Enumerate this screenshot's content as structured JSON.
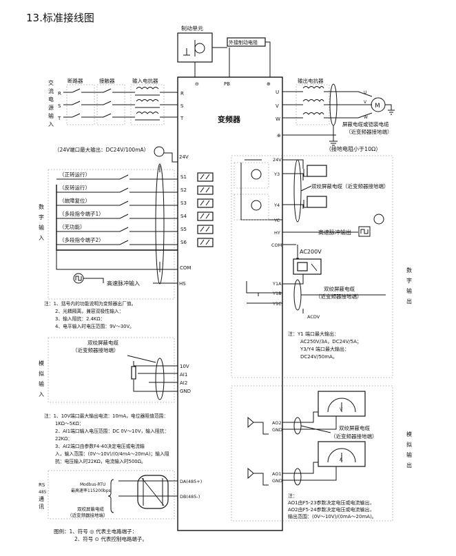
{
  "title": "13.标准接线图",
  "vfd": "变频器",
  "brake_unit": "制动单元",
  "ext_resistor": "外接制动电阻",
  "top_terminals": [
    "⊖",
    "PB",
    "⊕"
  ],
  "input": {
    "section": [
      "交",
      "流",
      "电",
      "源",
      "输",
      "入"
    ],
    "breaker": "断路器",
    "contactor": "接触器",
    "reactor": "输入电抗器",
    "phases": [
      "R",
      "S",
      "T"
    ]
  },
  "output": {
    "reactor": "输出电抗器",
    "phases": [
      "U",
      "V",
      "W"
    ],
    "cable_note": [
      "屏蔽电缆或铠装电缆",
      "（近变频器接地端）"
    ],
    "ground_note": "（接地电阻小于10Ω）"
  },
  "power24": {
    "note": "（24V端口最大输出：DC24V/100mA）",
    "terminal": "24V"
  },
  "digital_in": {
    "section": [
      "数",
      "字",
      "输",
      "入"
    ],
    "items": [
      "（正转运行）",
      "（反转运行）",
      "（故障复位）",
      "（多段指令端子1）",
      "（无功能）",
      "（多段指令端子2）"
    ],
    "terminals": [
      "S1",
      "S2",
      "S3",
      "S4",
      "S5",
      "S6"
    ],
    "com": "COM",
    "hs": "HS",
    "pulse": "高速脉冲输入",
    "notes": [
      "注：1、括号内的功能说明为变频器出厂值。",
      "2、光耦隔离，兼容双极性输入：",
      "3、输入阻抗：2.4KΩ：",
      "4、电平输入时电压范围：9V～30V。"
    ]
  },
  "analog_in": {
    "section": [
      "模",
      "拟",
      "输",
      "入"
    ],
    "cable": [
      "双绞屏蔽电缆",
      "（近变频器接地端）"
    ],
    "terminals": [
      "10V",
      "AI1",
      "AI2",
      "GND"
    ],
    "notes": [
      "注：1、10V端口最大输出电流：10mA，电位器阻值范围：",
      "1KΩ～5KΩ：",
      "2、AI1端口输入电压范围：DC 0V～10V，输入阻抗：",
      "22KΩ：",
      "3、AI2端口由参数F4-40决定电压或电流输",
      "入，输入范围：(0V～10V)/(0/4mA～20mA)；输入阻",
      "抗：电压输入时22KΩ，电流输入时500Ω。"
    ]
  },
  "rs485": {
    "section": [
      "RS",
      "485",
      "通",
      "讯"
    ],
    "protocol": [
      "Modbus-RTU",
      "最高速率115200bps"
    ],
    "cable": [
      "双绞屏蔽电缆",
      "（近变频器接地端）"
    ],
    "terminals": [
      "DA(485+)",
      "DB(485-)"
    ]
  },
  "legend": [
    "图例：1、符号 ◎ 代表主电路端子：",
    "2、符号 ⊙ 代表控制电路端子。"
  ],
  "digital_out": {
    "section": [
      "数",
      "字",
      "输",
      "出"
    ],
    "terminals": [
      "24V",
      "Y3",
      "Y4",
      "YC",
      "HY",
      "COM"
    ],
    "cable": [
      "双绞屏蔽电缆（近变频器接地端）"
    ],
    "pulse": "高速脉冲输出",
    "relay_supply": "AC200V",
    "relay_terminals": [
      "Y1A",
      "Y1B",
      "Y1C"
    ],
    "relay_cable": [
      "双绞屏蔽电缆",
      "（近变频器接地端）"
    ],
    "acdv": "ACDV",
    "notes": [
      "注：Y1 端口最大输出：",
      "AC250V/3A，DC24V/5A；",
      "Y3/Y4 端口最大输出：",
      "DC24V/50mA。"
    ]
  },
  "analog_out": {
    "section": [
      "模",
      "拟",
      "输",
      "出"
    ],
    "terminals": [
      "AO2",
      "GND",
      "AO1",
      "GND"
    ],
    "meters": [
      "V",
      "A"
    ],
    "cable": [
      "双绞屏蔽电缆",
      "（近变频器接地端）"
    ],
    "notes": [
      "注：",
      "AO1由F5-23参数决定电压或电流输出，",
      "AO2由F5-24参数决定电压或电流输出，",
      "输出范围：(0V～10V)/(0mA～20mA)。"
    ]
  }
}
